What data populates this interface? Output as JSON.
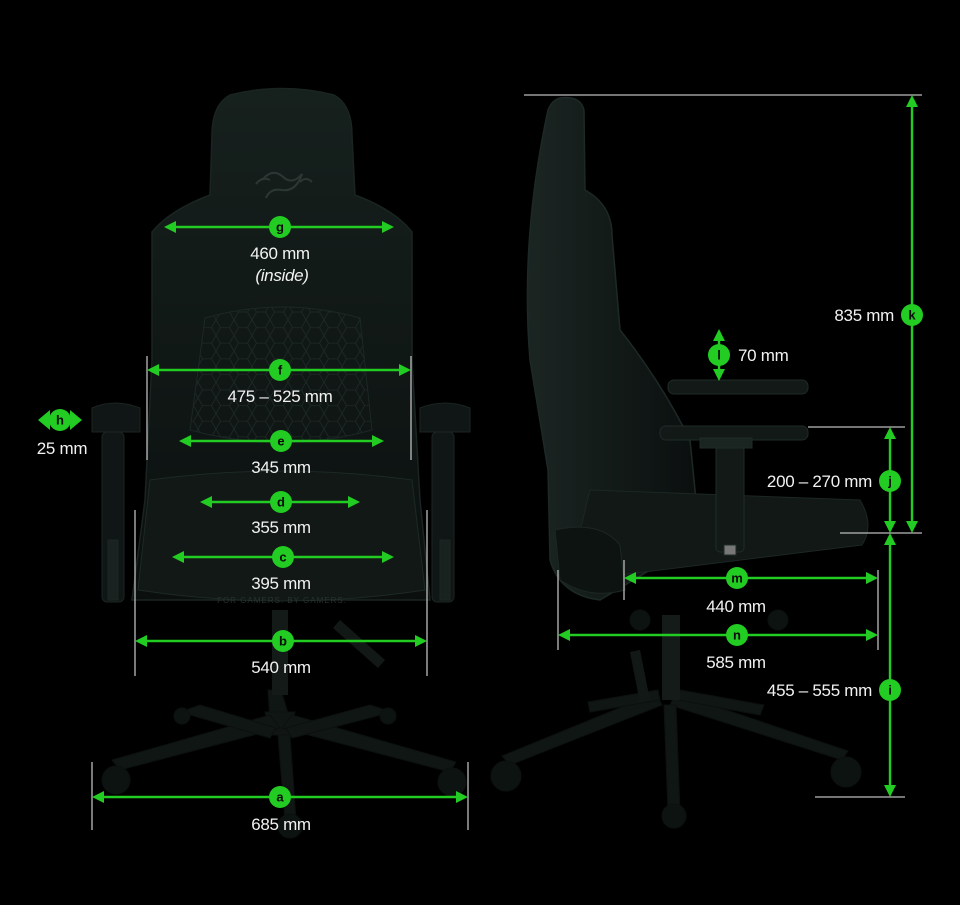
{
  "dimensions": {
    "a": {
      "badge": "a",
      "label": "685 mm"
    },
    "b": {
      "badge": "b",
      "label": "540 mm"
    },
    "c": {
      "badge": "c",
      "label": "395 mm"
    },
    "d": {
      "badge": "d",
      "label": "355 mm"
    },
    "e": {
      "badge": "e",
      "label": "345 mm"
    },
    "f": {
      "badge": "f",
      "label": "475 – 525 mm"
    },
    "g": {
      "badge": "g",
      "label": "460 mm",
      "note": "(inside)"
    },
    "h": {
      "badge": "h",
      "label": "25 mm"
    },
    "i": {
      "badge": "i",
      "label": "455 – 555 mm"
    },
    "j": {
      "badge": "j",
      "label": "200 – 270 mm"
    },
    "k": {
      "badge": "k",
      "label": "835 mm"
    },
    "l": {
      "badge": "l",
      "label": "70 mm"
    },
    "m": {
      "badge": "m",
      "label": "440 mm"
    },
    "n": {
      "badge": "n",
      "label": "585 mm"
    }
  },
  "chair_text": {
    "seat_print": "FOR GAMERS. BY GAMERS."
  },
  "colors": {
    "background": "#000000",
    "accent": "#22cc22",
    "chair": "#0e1412",
    "text": "#f2f2f2"
  },
  "icons": [
    "snake-logo-icon"
  ]
}
